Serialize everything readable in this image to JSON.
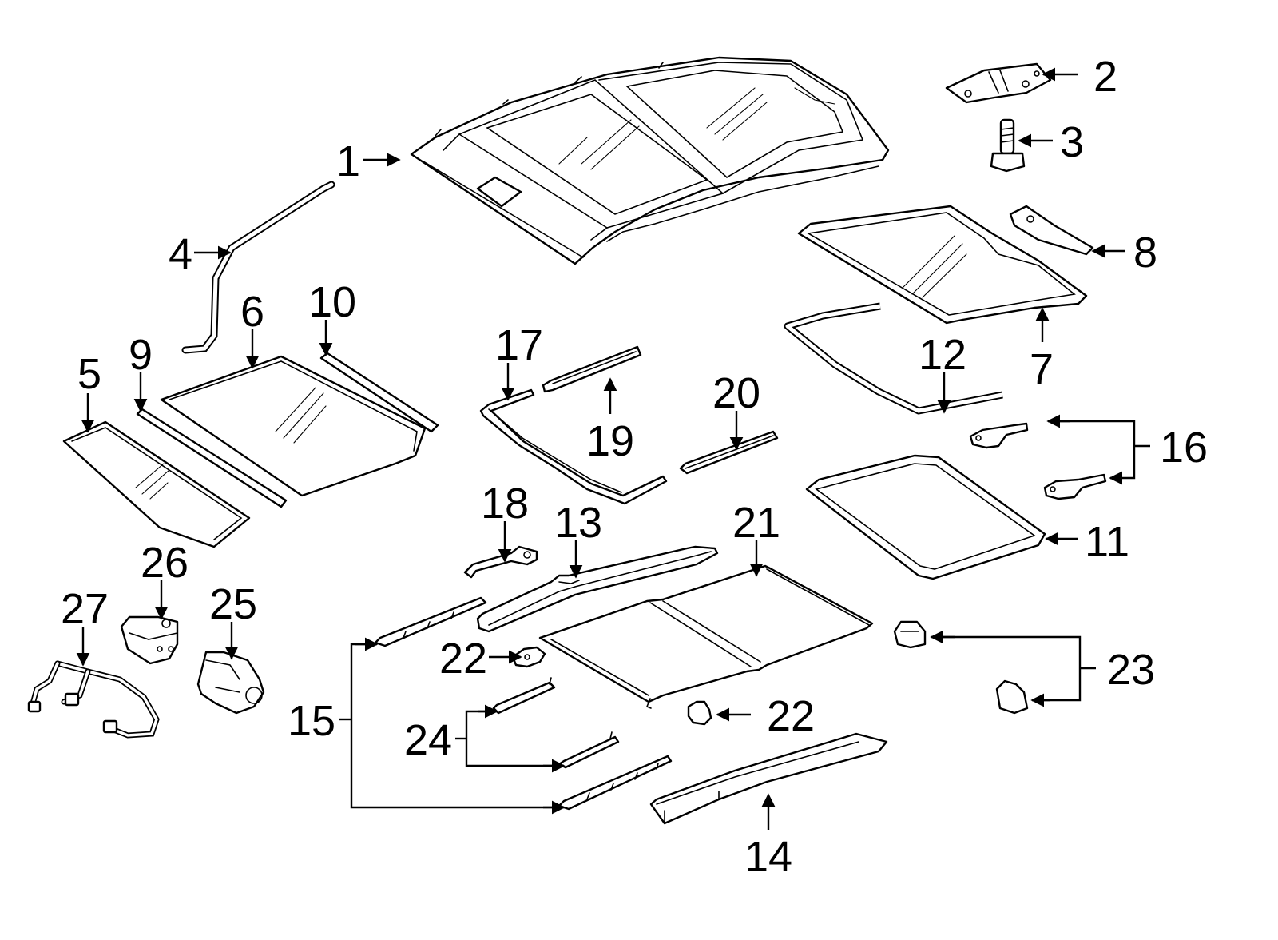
{
  "callouts": [
    {
      "id": "1",
      "label": "1"
    },
    {
      "id": "2",
      "label": "2"
    },
    {
      "id": "3",
      "label": "3"
    },
    {
      "id": "4",
      "label": "4"
    },
    {
      "id": "5",
      "label": "5"
    },
    {
      "id": "6",
      "label": "6"
    },
    {
      "id": "7",
      "label": "7"
    },
    {
      "id": "8",
      "label": "8"
    },
    {
      "id": "9",
      "label": "9"
    },
    {
      "id": "10",
      "label": "10"
    },
    {
      "id": "11",
      "label": "11"
    },
    {
      "id": "12",
      "label": "12"
    },
    {
      "id": "13",
      "label": "13"
    },
    {
      "id": "14",
      "label": "14"
    },
    {
      "id": "15",
      "label": "15"
    },
    {
      "id": "16",
      "label": "16"
    },
    {
      "id": "17",
      "label": "17"
    },
    {
      "id": "18",
      "label": "18"
    },
    {
      "id": "19",
      "label": "19"
    },
    {
      "id": "20",
      "label": "20"
    },
    {
      "id": "21",
      "label": "21"
    },
    {
      "id": "22a",
      "label": "22"
    },
    {
      "id": "22b",
      "label": "22"
    },
    {
      "id": "23",
      "label": "23"
    },
    {
      "id": "24",
      "label": "24"
    },
    {
      "id": "25",
      "label": "25"
    },
    {
      "id": "26",
      "label": "26"
    },
    {
      "id": "27",
      "label": "27"
    }
  ],
  "colors": {
    "line": "#000000",
    "background": "#ffffff"
  }
}
